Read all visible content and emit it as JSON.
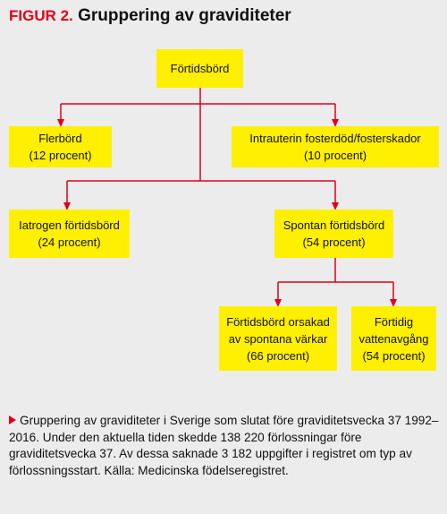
{
  "figure": {
    "label": "FIGUR 2.",
    "title": "Gruppering av graviditeter",
    "accent_color": "#e2001a",
    "box_color": "#ffef00",
    "background_color": "#ececec"
  },
  "nodes": {
    "root": {
      "line1": "Förtidsbörd"
    },
    "multiple": {
      "line1": "Flerbörd",
      "line2": "(12 procent)"
    },
    "iufd": {
      "line1": "Intrauterin fosterdöd/fosterskador",
      "line2": "(10 procent)"
    },
    "iatrogenic": {
      "line1": "Iatrogen förtidsbörd",
      "line2": "(24 procent)"
    },
    "spontaneous": {
      "line1": "Spontan förtidsbörd",
      "line2": "(54 procent)"
    },
    "contractions": {
      "line1": "Förtidsbörd orsakad",
      "line2": "av spontana värkar",
      "line3": "(66 procent)"
    },
    "rupture": {
      "line1": "Förtidig",
      "line2": "vattenavgång",
      "line3": "(54 procent)"
    }
  },
  "caption": {
    "text": "Gruppering av graviditeter i Sverige som slutat före graviditets­vecka 37 1992–2016.  Under den aktuella tiden skedde 138 220 förlossningar före graviditetsvecka 37. Av dessa saknade 3 182 uppgifter i registret om typ av förlossningsstart. Källa: Medicinska födelseregistret."
  }
}
